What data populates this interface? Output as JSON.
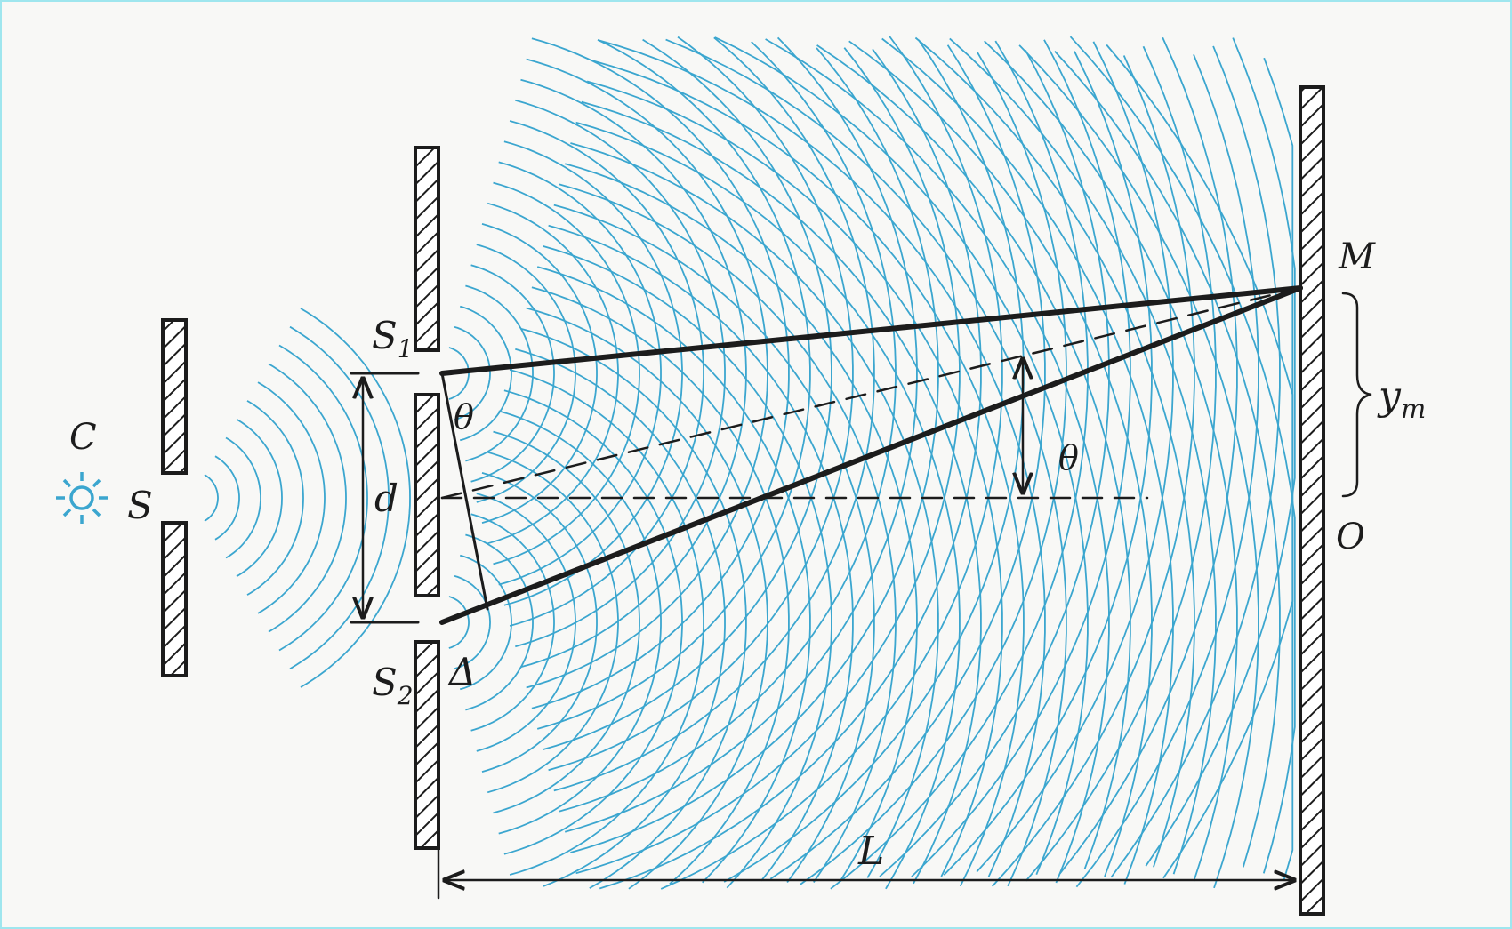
{
  "diagram": {
    "labels": {
      "source_letter": "C",
      "slit_source": "S",
      "slit_1": "S",
      "slit_1_sub": "1",
      "slit_2": "S",
      "slit_2_sub": "2",
      "separation": "d",
      "angle_at_slits": "θ",
      "angle_at_axis": "θ",
      "path_difference": "Δ",
      "distance": "L",
      "point_m": "M",
      "point_o": "O",
      "ym_main": "y",
      "ym_sub": "m"
    },
    "colors": {
      "wave": "#3ba6cf",
      "ink": "#1c1c1c",
      "hatch_fill": "#ffffff",
      "background": "#f8f8f6",
      "frame": "#9fe6ee"
    },
    "icons": {
      "light_source": "sun-icon"
    }
  }
}
